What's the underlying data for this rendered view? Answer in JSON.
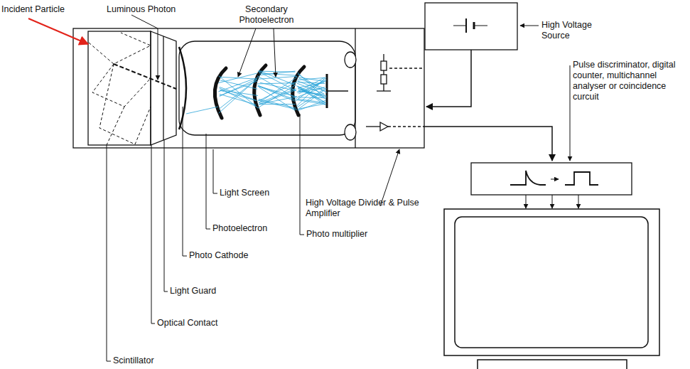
{
  "diagram": {
    "labels": [
      "Incident Particle",
      "Luminous Photon",
      "Secondary Photoelectron",
      "High Voltage Source",
      "Pulse discriminator, digital counter, multichannel analyser or coincidence curcuit",
      "Light Screen",
      "High Voltage Divider & Pulse Amplifier",
      "Photoelectron",
      "Photo Cathode",
      "Photo multiplier",
      "Light Guard",
      "Optical Contact",
      "Scintillator"
    ]
  }
}
